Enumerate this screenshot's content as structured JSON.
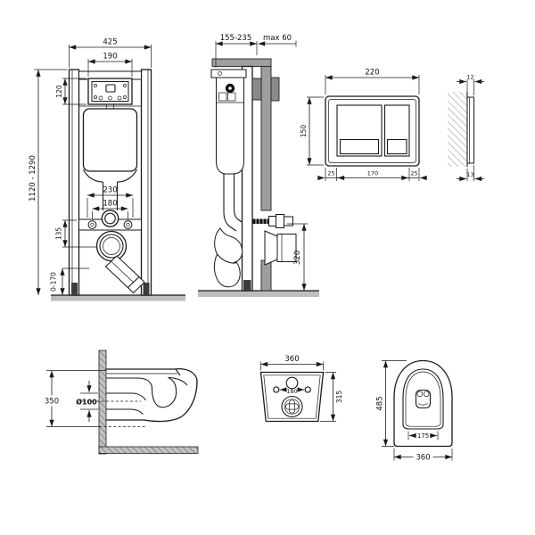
{
  "colors": {
    "line": "#1a1a1a",
    "wall_gray": "#9e9e9e",
    "floor_gray": "#bdbdbd",
    "hatch_gray": "#c2c2c2",
    "background": "#ffffff"
  },
  "views": {
    "frame_front": {
      "width_total": "425",
      "width_window": "190",
      "height_window": "120",
      "height_range": "1120 - 1290",
      "bolt_span_outer": "230",
      "bolt_span_inner": "180",
      "outlet_drop": "135",
      "outlet_height_range": "0-170"
    },
    "frame_side": {
      "depth_range": "155-235",
      "front_clearance": "max 60",
      "outlet_height": "320"
    },
    "plate_front": {
      "width": "220",
      "height": "150",
      "margin_left": "25",
      "buttons_span": "170",
      "margin_right": "25"
    },
    "plate_side": {
      "projection_top": "12",
      "projection_bottom": "13"
    },
    "bowl_section": {
      "height": "350",
      "outlet_diameter": "Ø100"
    },
    "bowl_rear": {
      "width": "360",
      "height": "315",
      "hole_span": "180"
    },
    "bowl_plan": {
      "depth": "485",
      "inner_width": "175",
      "width": "360"
    }
  }
}
